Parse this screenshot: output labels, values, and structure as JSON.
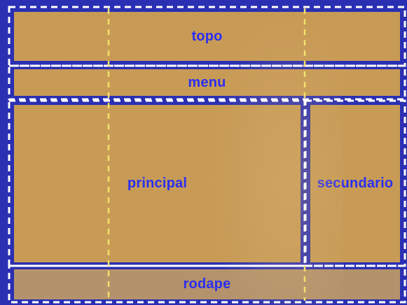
{
  "areas": {
    "topo": "topo",
    "menu": "menu",
    "principal": "principal",
    "secundario": "secundario",
    "rodape": "rodape"
  },
  "colors": {
    "background": "#2a2fb3",
    "area_fill": "#c79b56",
    "footer_fill": "#b4936c",
    "label": "#2b2ff0",
    "area_border_dash": "#ffffff",
    "grid_line_dash": "#f1e06a"
  }
}
